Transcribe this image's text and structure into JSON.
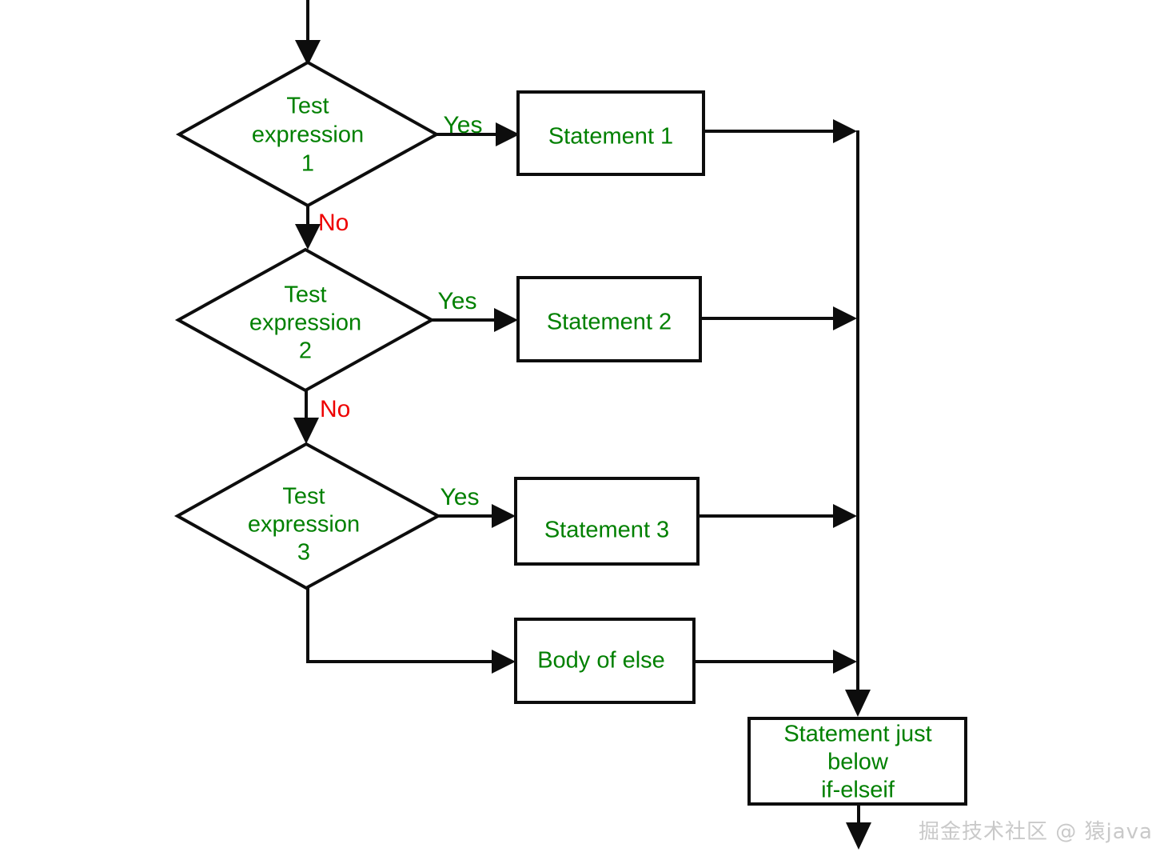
{
  "diagram": {
    "type": "flowchart",
    "title": "if-elseif flowchart",
    "colors": {
      "node_text": "#008000",
      "yes_label": "#008000",
      "no_label": "#ee0000",
      "stroke": "#0d0d0d",
      "background": "#ffffff",
      "watermark": "#c9c9c9"
    },
    "nodes": {
      "decision1": {
        "line1": "Test",
        "line2": "expression",
        "line3": "1"
      },
      "decision2": {
        "line1": "Test",
        "line2": "expression",
        "line3": "2"
      },
      "decision3": {
        "line1": "Test",
        "line2": "expression",
        "line3": "3"
      },
      "statement1": {
        "label": "Statement 1"
      },
      "statement2": {
        "label": "Statement 2"
      },
      "statement3": {
        "label": "Statement 3"
      },
      "else_body": {
        "label": "Body of else"
      },
      "after": {
        "line1": "Statement just",
        "line2": "below",
        "line3": "if-elseif"
      }
    },
    "edge_labels": {
      "yes1": "Yes",
      "yes2": "Yes",
      "yes3": "Yes",
      "no1": "No",
      "no2": "No"
    }
  },
  "watermark": {
    "text": "掘金技术社区 @ 猿java"
  }
}
